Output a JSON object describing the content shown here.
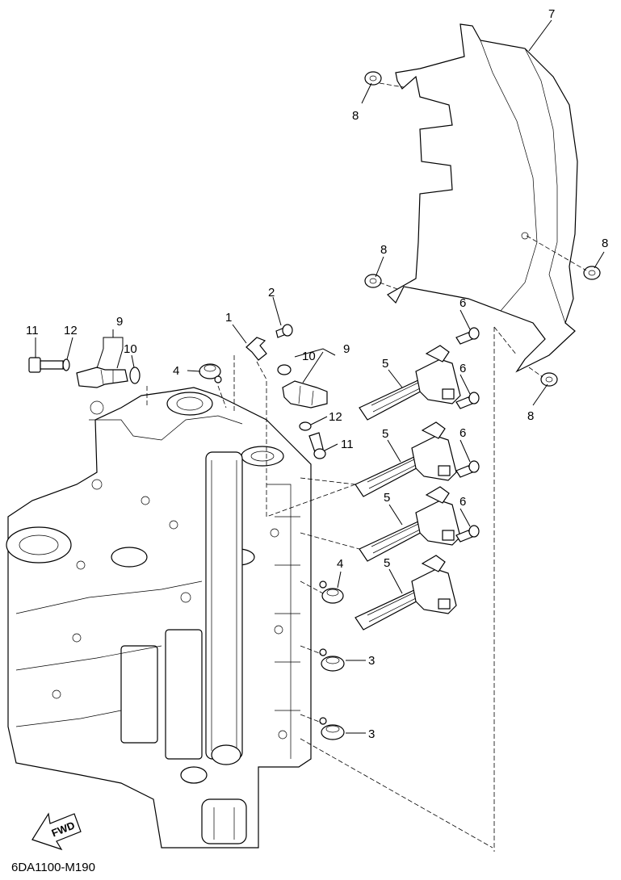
{
  "diagram": {
    "code": "6DA1100-M190",
    "fwd_label": "FWD",
    "callouts": {
      "c1": "1",
      "c2": "2",
      "c3a": "3",
      "c3b": "3",
      "c4a": "4",
      "c4b": "4",
      "c5a": "5",
      "c5b": "5",
      "c5c": "5",
      "c5d": "5",
      "c6a": "6",
      "c6b": "6",
      "c6c": "6",
      "c6d": "6",
      "c7": "7",
      "c8a": "8",
      "c8b": "8",
      "c8c": "8",
      "c8d": "8",
      "c9a": "9",
      "c9b": "9",
      "c10a": "10",
      "c10b": "10",
      "c11a": "11",
      "c11b": "11",
      "c12a": "12",
      "c12b": "12"
    }
  }
}
